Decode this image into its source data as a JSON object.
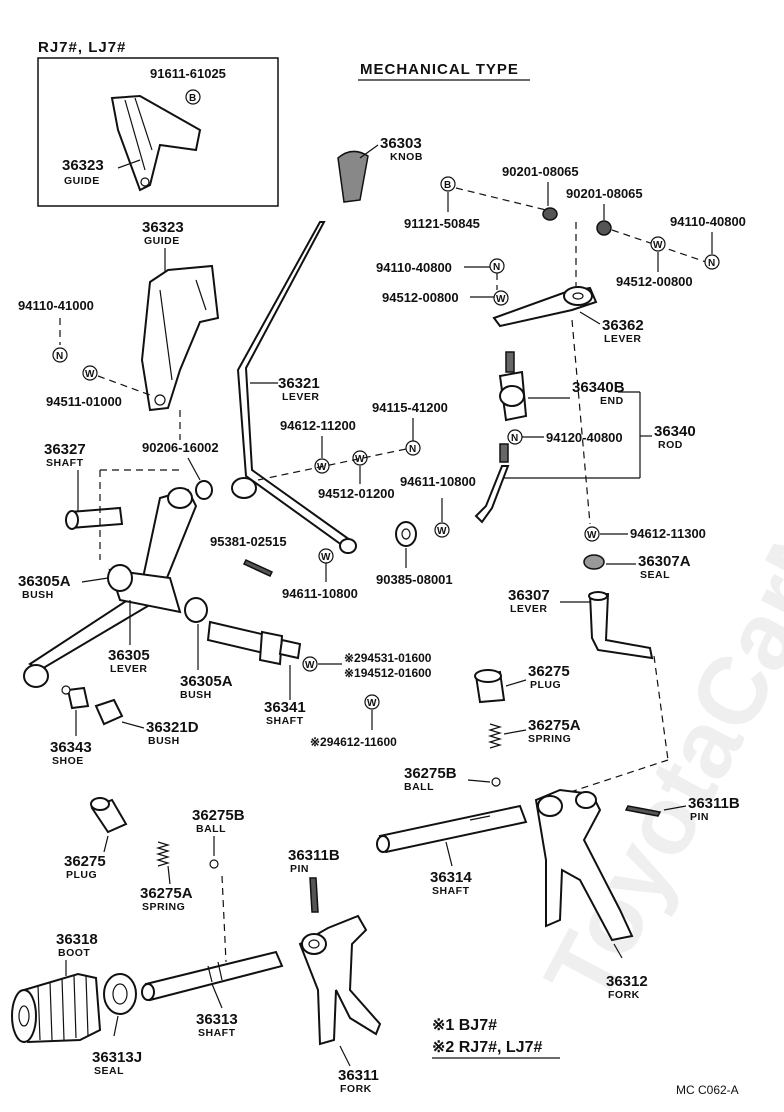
{
  "watermark": "ToyotaCarMine.ru",
  "header": {
    "title": "MECHANICAL TYPE"
  },
  "inset": {
    "title": "RJ7#, LJ7#",
    "bolt": "91611-61025",
    "part": "36323",
    "part_name": "GUIDE"
  },
  "parts": {
    "knob": {
      "no": "36303",
      "name": "KNOB"
    },
    "guide": {
      "no": "36323",
      "name": "GUIDE"
    },
    "lever_shift": {
      "no": "36321",
      "name": "LEVER"
    },
    "lever_36362": {
      "no": "36362",
      "name": "LEVER"
    },
    "end": {
      "no": "36340B",
      "name": "END"
    },
    "rod": {
      "no": "36340",
      "name": "ROD"
    },
    "shaft_36327": {
      "no": "36327",
      "name": "SHAFT"
    },
    "bush_left": {
      "no": "36305A",
      "name": "BUSH"
    },
    "lever_36305": {
      "no": "36305",
      "name": "LEVER"
    },
    "bush_mid": {
      "no": "36305A",
      "name": "BUSH"
    },
    "shaft_36341": {
      "no": "36341",
      "name": "SHAFT"
    },
    "shoe": {
      "no": "36343",
      "name": "SHOE"
    },
    "bush_36321d": {
      "no": "36321D",
      "name": "BUSH"
    },
    "seal_36307a": {
      "no": "36307A",
      "name": "SEAL"
    },
    "lever_36307": {
      "no": "36307",
      "name": "LEVER"
    },
    "plug_right": {
      "no": "36275",
      "name": "PLUG"
    },
    "spring_right": {
      "no": "36275A",
      "name": "SPRING"
    },
    "ball_right": {
      "no": "36275B",
      "name": "BALL"
    },
    "pin_right": {
      "no": "36311B",
      "name": "PIN"
    },
    "shaft_36314": {
      "no": "36314",
      "name": "SHAFT"
    },
    "fork_36312": {
      "no": "36312",
      "name": "FORK"
    },
    "plug_left": {
      "no": "36275",
      "name": "PLUG"
    },
    "ball_left": {
      "no": "36275B",
      "name": "BALL"
    },
    "spring_left": {
      "no": "36275A",
      "name": "SPRING"
    },
    "pin_left": {
      "no": "36311B",
      "name": "PIN"
    },
    "boot": {
      "no": "36318",
      "name": "BOOT"
    },
    "shaft_36313": {
      "no": "36313",
      "name": "SHAFT"
    },
    "seal_36313j": {
      "no": "36313J",
      "name": "SEAL"
    },
    "fork_36311": {
      "no": "36311",
      "name": "FORK"
    }
  },
  "fasteners": {
    "f1": "91121-50845",
    "f2": "90201-08065",
    "f3": "90201-08065",
    "f4": "94110-40800",
    "f5": "94110-40800",
    "f6": "94512-00800",
    "f7": "94512-00800",
    "f8": "94110-41000",
    "f9": "94511-01000",
    "f10": "90206-16002",
    "f11": "94612-11200",
    "f12": "94115-41200",
    "f13": "94512-01200",
    "f14": "94120-40800",
    "f15": "94611-10800",
    "f16": "94612-11300",
    "f17": "95381-02515",
    "f18": "90385-08001",
    "f19": "94611-10800",
    "f20": "※294531-01600",
    "f21": "※194512-01600",
    "f22": "※294612-11600"
  },
  "footnotes": {
    "n1": "※1 BJ7#",
    "n2": "※2 RJ7#, LJ7#"
  },
  "code": "MC C062-A",
  "symbols": {
    "B": "B",
    "N": "N",
    "W": "W"
  }
}
